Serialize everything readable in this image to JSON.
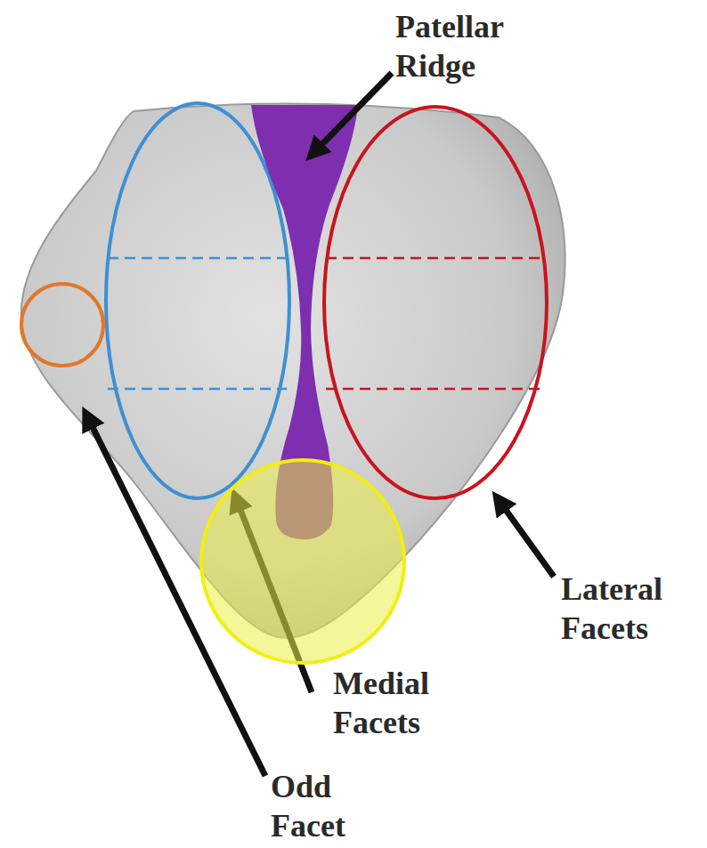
{
  "diagram": {
    "labels": [
      "Patellar Ridge",
      "Lateral Facets",
      "Medial Facets",
      "Odd Facet"
    ]
  }
}
